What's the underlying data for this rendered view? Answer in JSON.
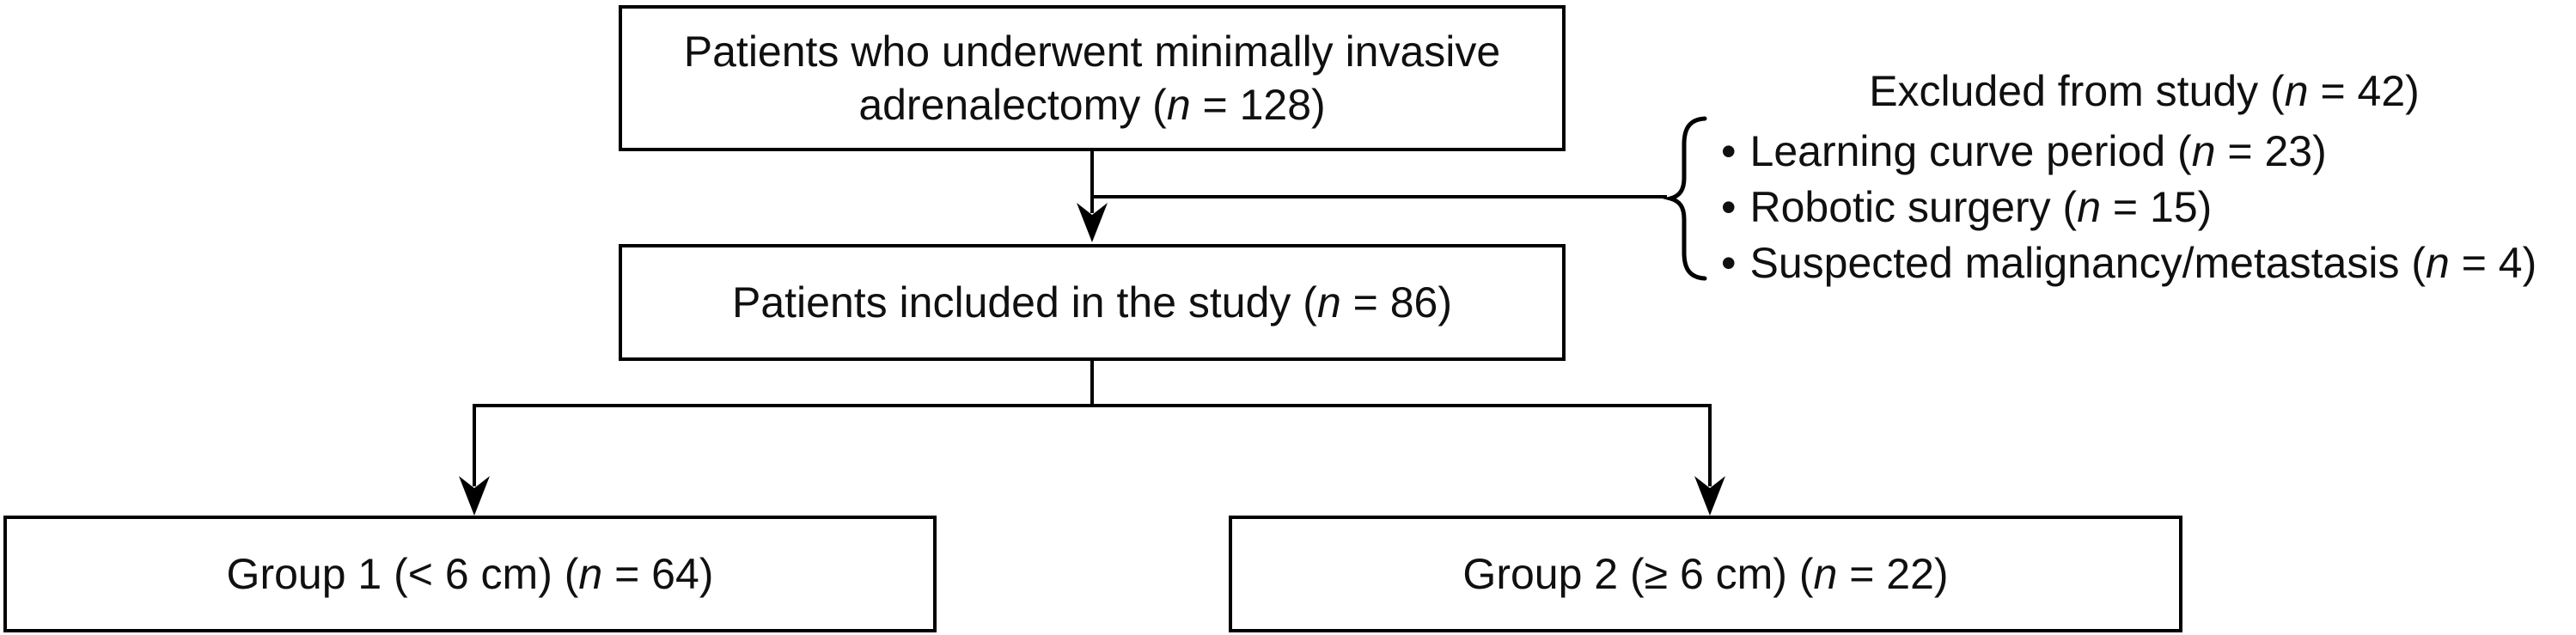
{
  "figure": {
    "boxes": {
      "enrolled": {
        "label": "Patients who underwent minimally invasive adrenalectomy (n = 128)"
      },
      "included": {
        "label": "Patients included in the study (n = 86)"
      },
      "group1": {
        "label": "Group 1 (< 6 cm) (n = 64)"
      },
      "group2": {
        "label": "Group 2 (≥ 6 cm) (n = 22)"
      }
    },
    "exclusions": {
      "title": "Excluded from study (n = 42)",
      "bullet": "•",
      "items": [
        "Learning curve period (n = 23)",
        "Robotic surgery (n = 15)",
        "Suspected malignancy/metastasis (n = 4)"
      ]
    },
    "colors": {
      "line": "#000000",
      "text": "#101010",
      "background": "#ffffff"
    }
  }
}
